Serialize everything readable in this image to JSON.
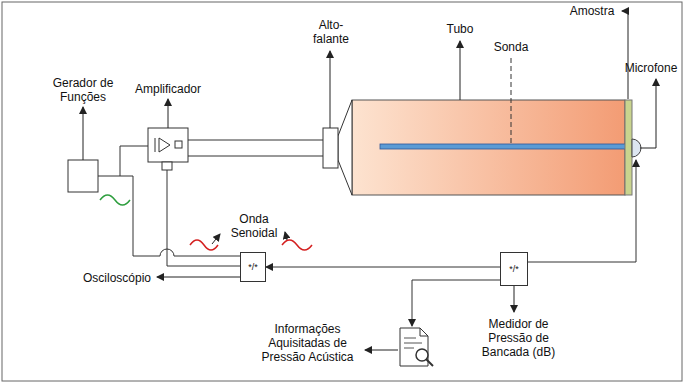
{
  "diagram": {
    "nodes": [
      {
        "text": [
          "*/*",
          "Osciloscópio"
        ]
      },
      {
        "text": [
          "*/*",
          "Medidor de Pressão de Bancada (dB)"
        ]
      }
    ],
    "edges": [
      {
        "from": 1,
        "to": 0,
        "arrow": "to"
      }
    ],
    "labels": [
      "Gerador de Funções",
      "Amplificador",
      "Alto-falante",
      "Tubo",
      "Sonda",
      "Amostra",
      "Microfone",
      "Onda Senoidal",
      "Informações Aquisitadas de Pressão Acústica"
    ]
  }
}
